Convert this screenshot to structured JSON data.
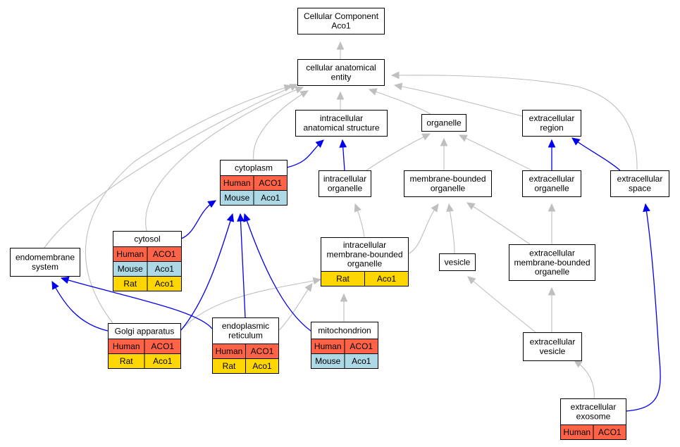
{
  "colors": {
    "human": "#ff6347",
    "mouse": "#add8e6",
    "rat": "#ffd700",
    "is_a_edge": "#bfbfbf",
    "part_of_edge": "#0000ee"
  },
  "nodes": {
    "root": [
      "Cellular Component",
      "Aco1"
    ],
    "cae": [
      "cellular anatomical",
      "entity"
    ],
    "ias": [
      "intracellular",
      "anatomical structure"
    ],
    "organelle": [
      "organelle"
    ],
    "ecr": [
      "extracellular",
      "region"
    ],
    "cytoplasm": [
      "cytoplasm"
    ],
    "io": [
      "intracellular",
      "organelle"
    ],
    "mbo": [
      "membrane-bounded",
      "organelle"
    ],
    "eco": [
      "extracellular",
      "organelle"
    ],
    "ecs": [
      "extracellular",
      "space"
    ],
    "cytosol": [
      "cytosol"
    ],
    "endo": [
      "endomembrane",
      "system"
    ],
    "imbo": [
      "intracellular",
      "membrane-bounded",
      "organelle"
    ],
    "vesicle": [
      "vesicle"
    ],
    "embo": [
      "extracellular",
      "membrane-bounded",
      "organelle"
    ],
    "golgi": [
      "Golgi apparatus"
    ],
    "er": [
      "endoplasmic",
      "reticulum"
    ],
    "mito": [
      "mitochondrion"
    ],
    "ecv": [
      "extracellular",
      "vesicle"
    ],
    "exo": [
      "extracellular",
      "exosome"
    ]
  },
  "annotations": {
    "cytoplasm": [
      {
        "species": "Human",
        "gene": "ACO1"
      },
      {
        "species": "Mouse",
        "gene": "Aco1"
      }
    ],
    "cytosol": [
      {
        "species": "Human",
        "gene": "ACO1"
      },
      {
        "species": "Mouse",
        "gene": "Aco1"
      },
      {
        "species": "Rat",
        "gene": "Aco1"
      }
    ],
    "imbo": [
      {
        "species": "Rat",
        "gene": "Aco1"
      }
    ],
    "golgi": [
      {
        "species": "Human",
        "gene": "ACO1"
      },
      {
        "species": "Rat",
        "gene": "Aco1"
      }
    ],
    "er": [
      {
        "species": "Human",
        "gene": "ACO1"
      },
      {
        "species": "Rat",
        "gene": "Aco1"
      }
    ],
    "mito": [
      {
        "species": "Human",
        "gene": "ACO1"
      },
      {
        "species": "Mouse",
        "gene": "Aco1"
      }
    ],
    "exo": [
      {
        "species": "Human",
        "gene": "ACO1"
      }
    ]
  }
}
